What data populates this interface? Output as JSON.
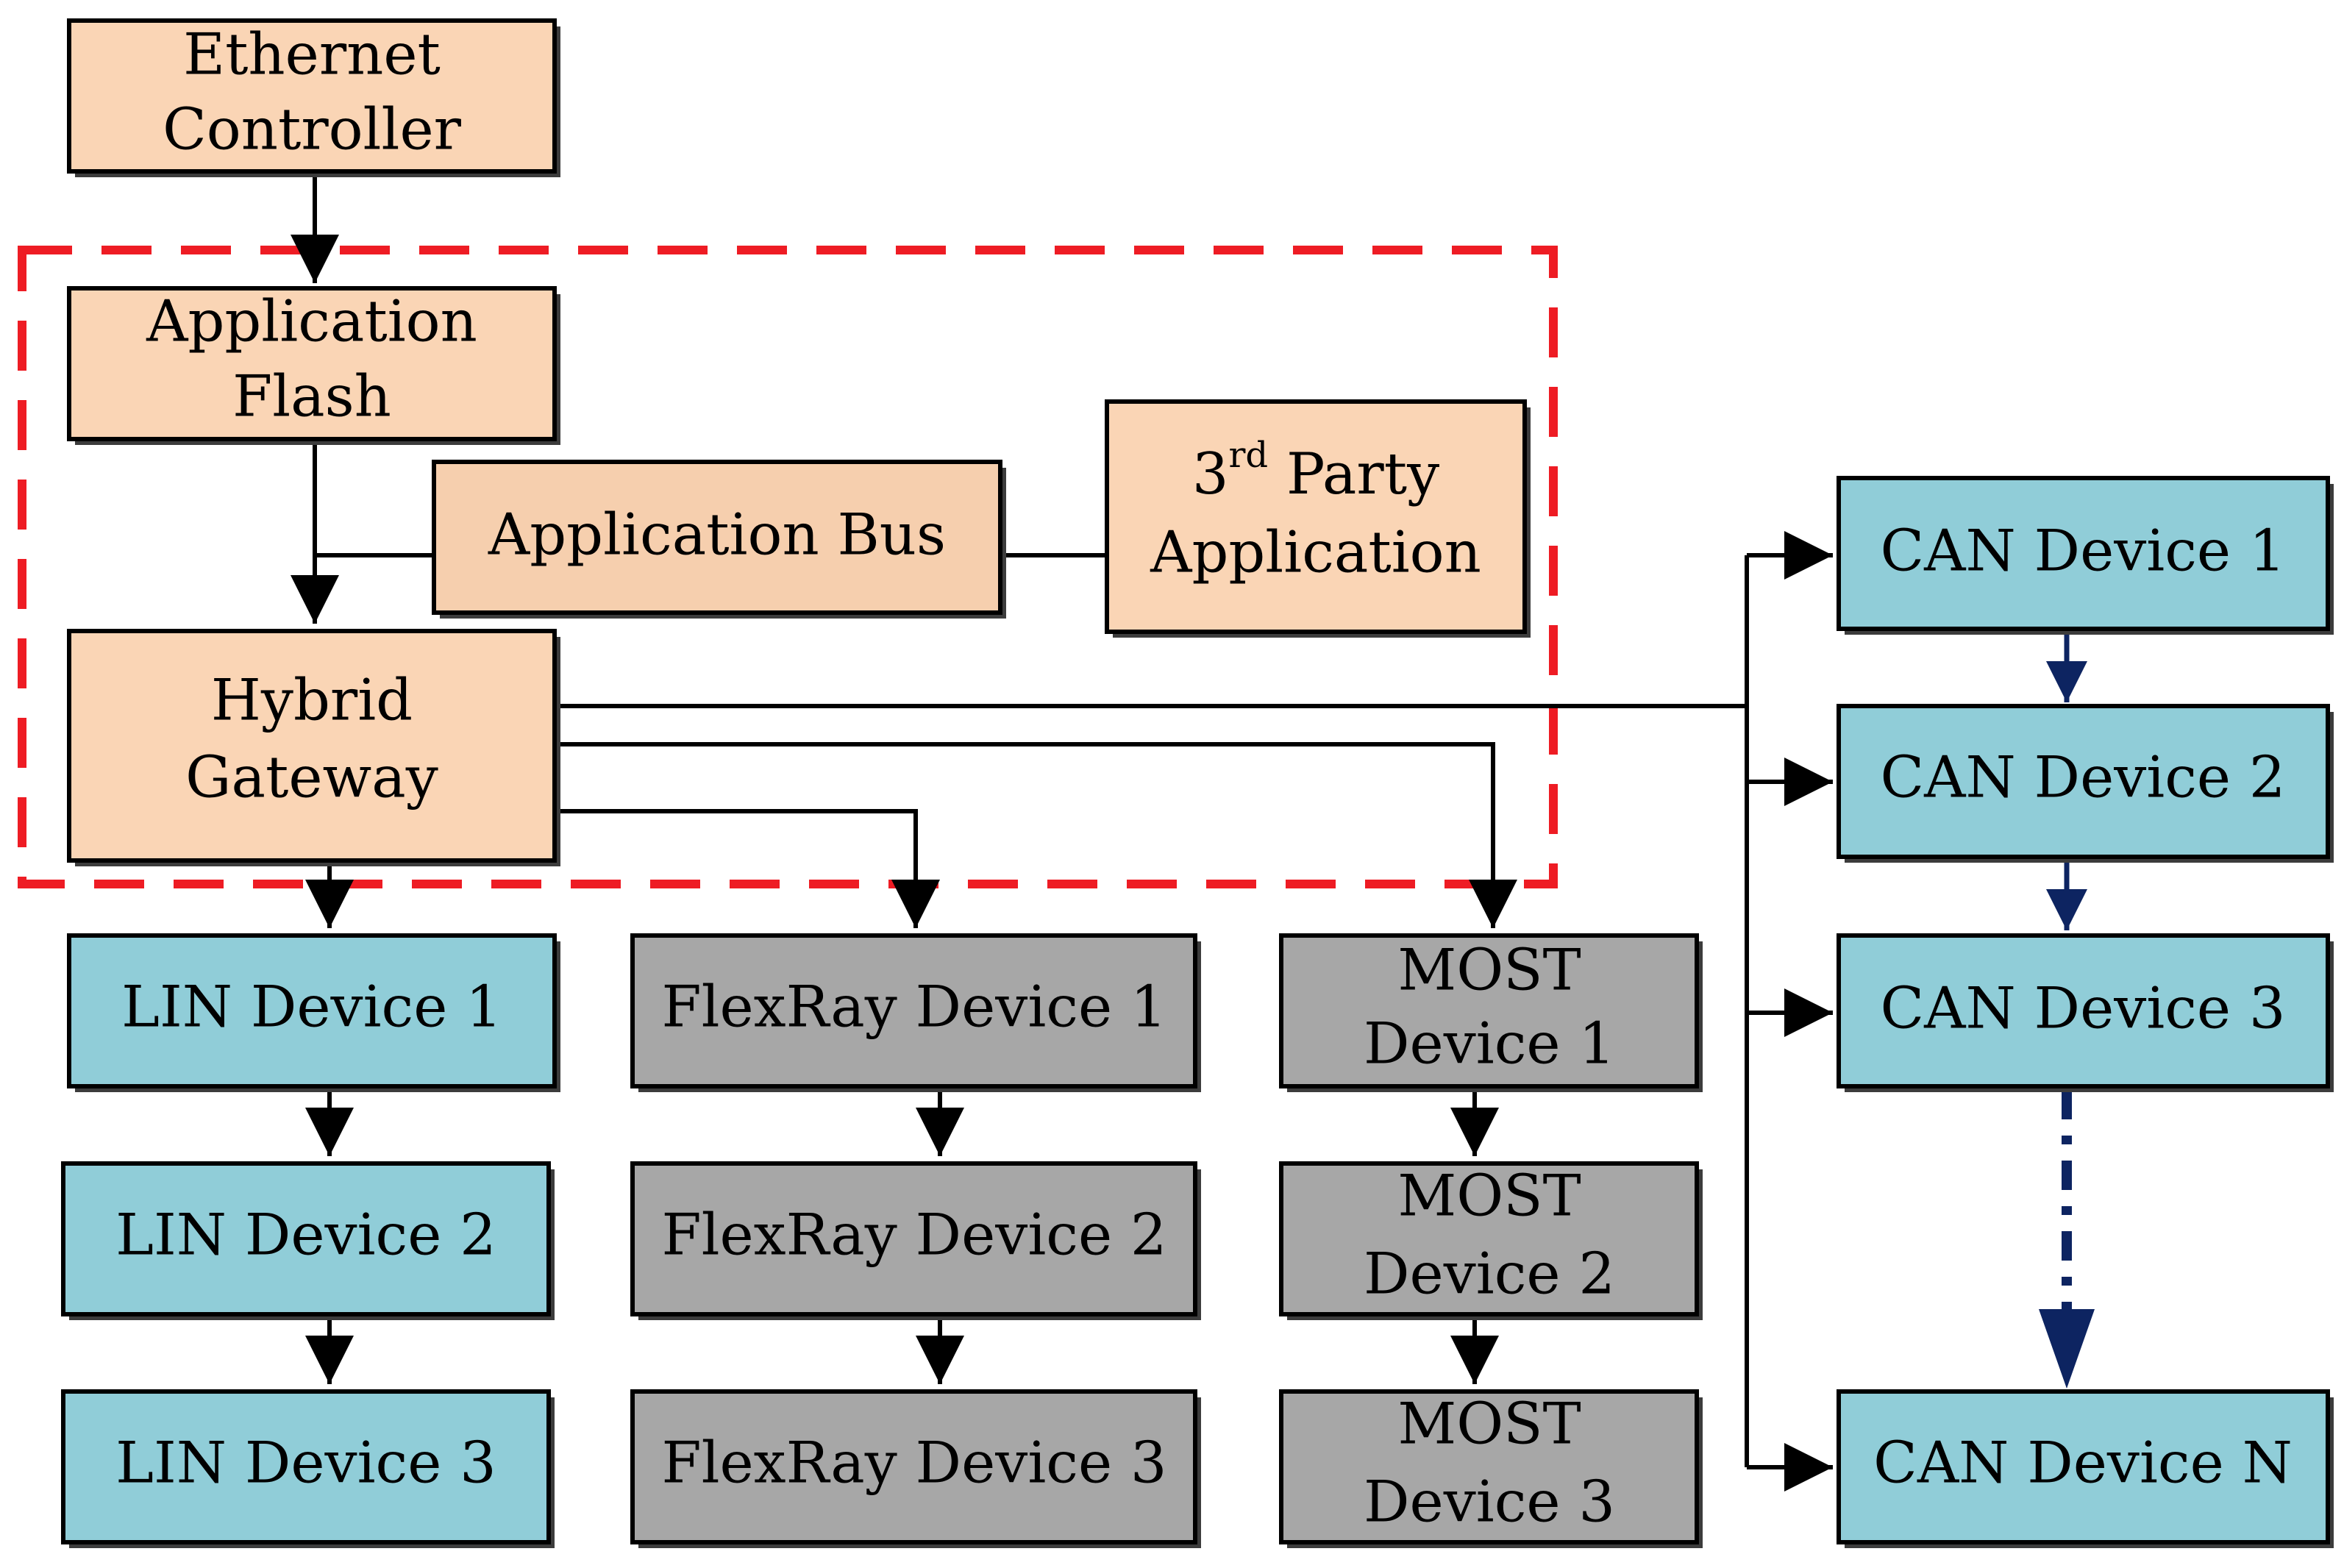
{
  "colors": {
    "orange": "#fad5b5",
    "orange_dark": "#f6cfae",
    "blue": "#90cdd8",
    "gray": "#a7a7a7",
    "dashed_red": "#ee1c24",
    "navy": "#0d2461"
  },
  "nodes": {
    "ethernet_controller": {
      "line1": "Ethernet",
      "line2": "Controller"
    },
    "application_flash": {
      "line1": "Application",
      "line2": "Flash"
    },
    "application_bus": {
      "line1": "Application Bus"
    },
    "third_party": {
      "sup_base": "3",
      "sup": "rd",
      "line1_rest": " Party",
      "line2": "Application"
    },
    "hybrid_gateway": {
      "line1": "Hybrid",
      "line2": "Gateway"
    },
    "lin": [
      "LIN Device 1",
      "LIN Device 2",
      "LIN Device 3"
    ],
    "flexray": [
      "FlexRay Device 1",
      "FlexRay Device 2",
      "FlexRay Device 3"
    ],
    "most": [
      {
        "line1": "MOST",
        "line2": "Device 1"
      },
      {
        "line1": "MOST",
        "line2": "Device 2"
      },
      {
        "line1": "MOST",
        "line2": "Device 3"
      }
    ],
    "can": [
      "CAN Device 1",
      "CAN Device 2",
      "CAN Device 3",
      "CAN Device N"
    ]
  }
}
